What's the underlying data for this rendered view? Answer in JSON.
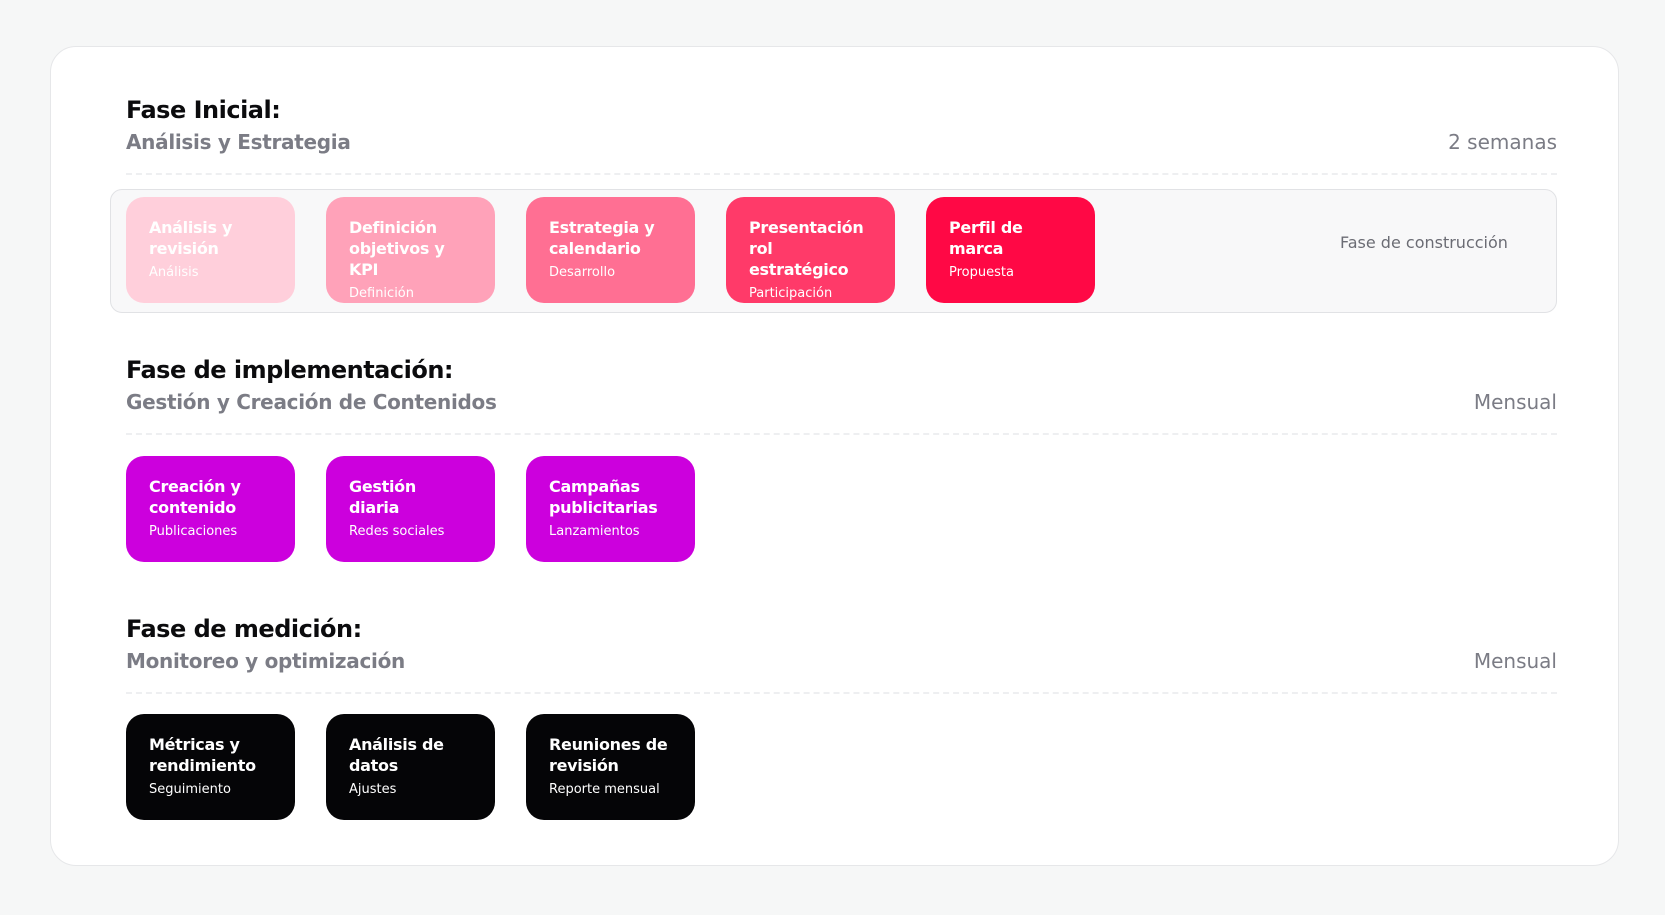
{
  "phases": [
    {
      "title": "Fase Inicial:",
      "subtitle": "Análisis y Estrategia",
      "duration": "2 semanas",
      "track_label": "Fase de construcción",
      "steps": [
        {
          "title": "Análisis y\nrevisión",
          "sub": "Análisis",
          "color": "#ffcfdb"
        },
        {
          "title": "Definición\nobjetivos y KPI",
          "sub": "Definición",
          "color": "#ffa2b9"
        },
        {
          "title": "Estrategia y\ncalendario",
          "sub": "Desarrollo",
          "color": "#ff6f93"
        },
        {
          "title": "Presentación\nrol estratégico",
          "sub": "Participación",
          "color": "#ff3a69"
        },
        {
          "title": "Perfil de\nmarca",
          "sub": "Propuesta",
          "color": "#ff0845"
        }
      ]
    },
    {
      "title": "Fase de implementación:",
      "subtitle": "Gestión y Creación de Contenidos",
      "duration": "Mensual",
      "steps": [
        {
          "title": "Creación y\ncontenido",
          "sub": "Publicaciones",
          "color": "#cc00dd"
        },
        {
          "title": "Gestión\ndiaria",
          "sub": "Redes sociales",
          "color": "#cc00dd"
        },
        {
          "title": "Campañas\npublicitarias",
          "sub": "Lanzamientos",
          "color": "#cc00dd"
        }
      ]
    },
    {
      "title": "Fase de medición:",
      "subtitle": "Monitoreo y optimización",
      "duration": "Mensual",
      "steps": [
        {
          "title": "Métricas y\nrendimiento",
          "sub": "Seguimiento",
          "color": "#050507"
        },
        {
          "title": "Análisis de\ndatos",
          "sub": "Ajustes",
          "color": "#050507"
        },
        {
          "title": "Reuniones de\nrevisión",
          "sub": "Reporte mensual",
          "color": "#050507"
        }
      ]
    }
  ]
}
